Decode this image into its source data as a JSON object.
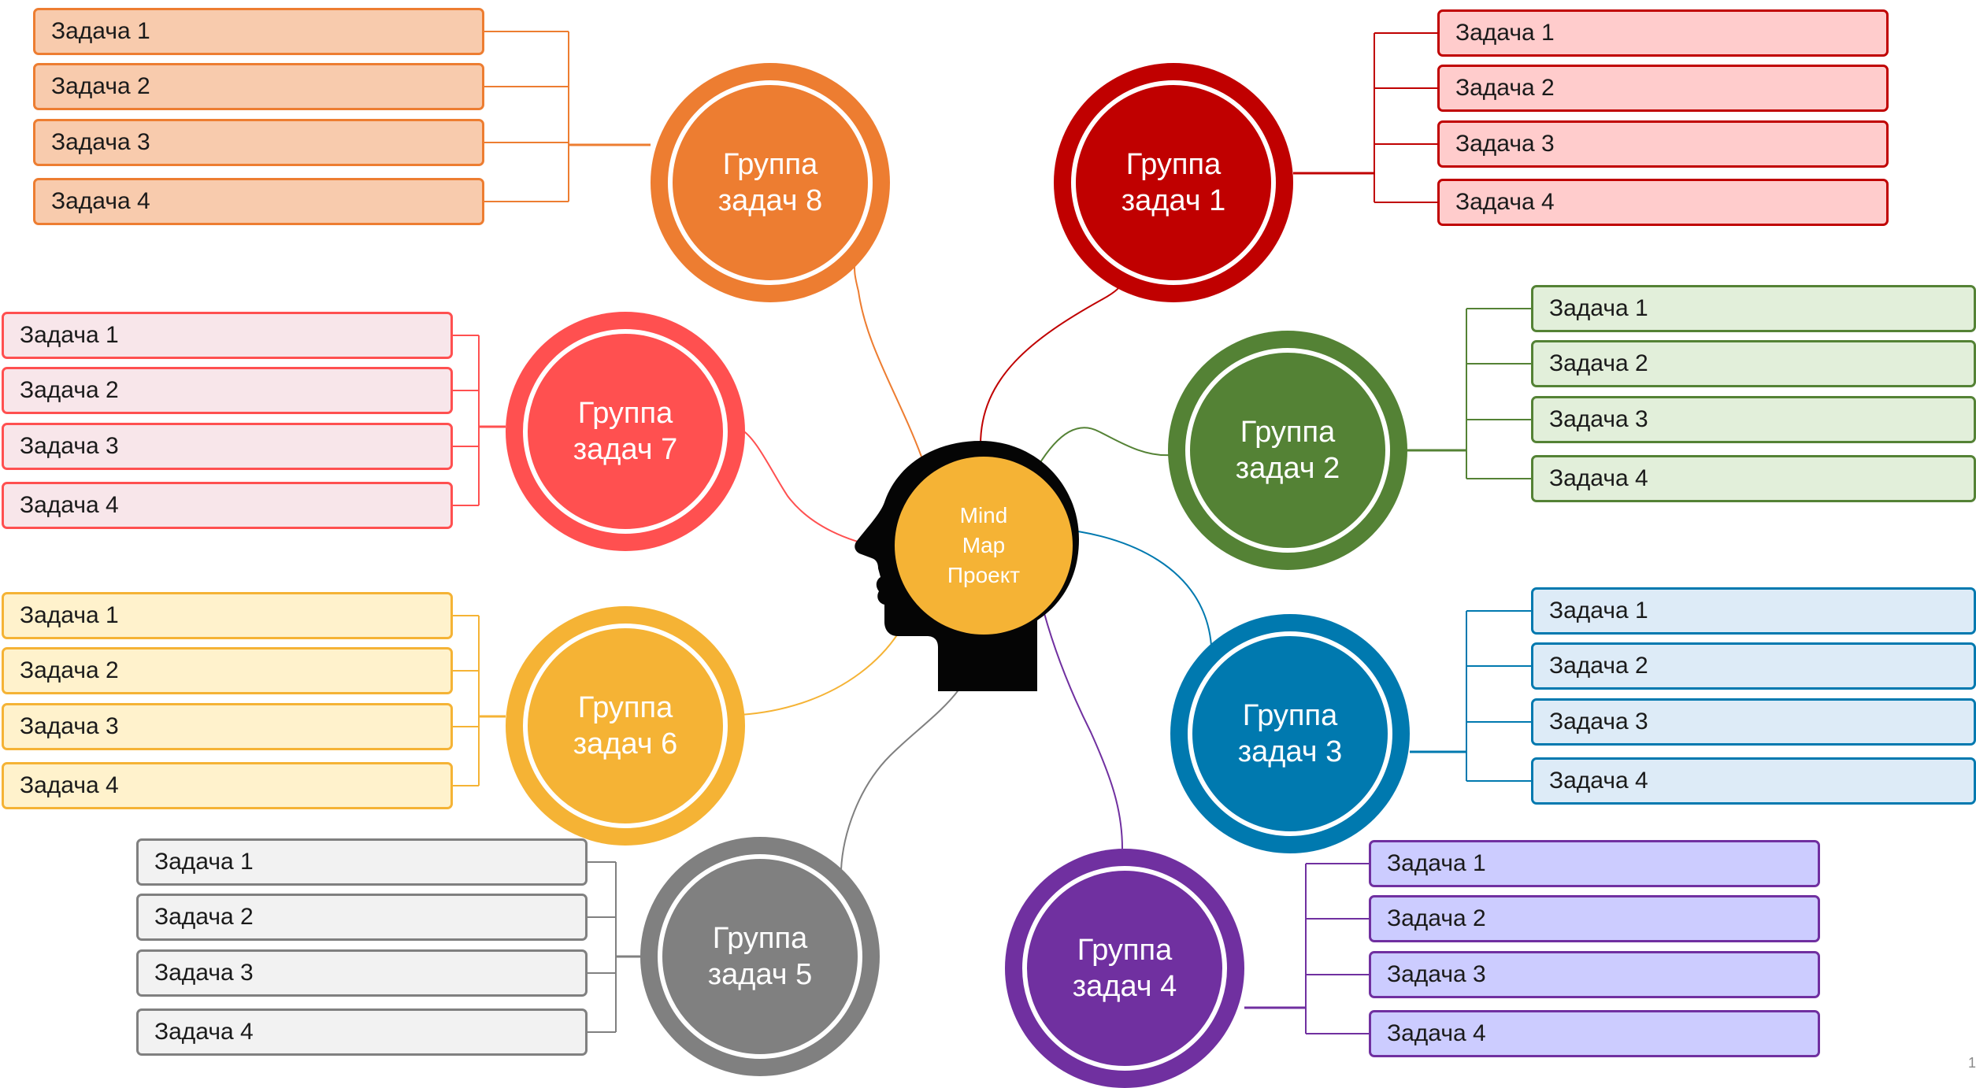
{
  "center": {
    "label": "Mind\nMap\nПроект"
  },
  "groups": [
    {
      "id": "g1",
      "label": "Группа\nзадач 1",
      "color": "#C00000",
      "box_fill": "#FFCCCC",
      "tasks": [
        "Задача 1",
        "Задача 2",
        "Задача 3",
        "Задача 4"
      ]
    },
    {
      "id": "g2",
      "label": "Группа\nзадач 2",
      "color": "#548235",
      "box_fill": "#E2EFDA",
      "tasks": [
        "Задача 1",
        "Задача 2",
        "Задача 3",
        "Задача 4"
      ]
    },
    {
      "id": "g3",
      "label": "Группа\nзадач 3",
      "color": "#0079AF",
      "box_fill": "#DDEBF7",
      "tasks": [
        "Задача 1",
        "Задача 2",
        "Задача 3",
        "Задача 4"
      ]
    },
    {
      "id": "g4",
      "label": "Группа\nзадач 4",
      "color": "#7030A0",
      "box_fill": "#CCCCFF",
      "tasks": [
        "Задача 1",
        "Задача 2",
        "Задача 3",
        "Задача 4"
      ]
    },
    {
      "id": "g5",
      "label": "Группа\nзадач 5",
      "color": "#808080",
      "box_fill": "#F2F2F2",
      "tasks": [
        "Задача 1",
        "Задача 2",
        "Задача 3",
        "Задача 4"
      ]
    },
    {
      "id": "g6",
      "label": "Группа\nзадач 6",
      "color": "#F5B335",
      "box_fill": "#FFF2CC",
      "tasks": [
        "Задача 1",
        "Задача 2",
        "Задача 3",
        "Задача 4"
      ]
    },
    {
      "id": "g7",
      "label": "Группа\nзадач 7",
      "color": "#FF5050",
      "box_fill": "#F8E6EA",
      "tasks": [
        "Задача 1",
        "Задача 2",
        "Задача 3",
        "Задача 4"
      ]
    },
    {
      "id": "g8",
      "label": "Группа\nзадач 8",
      "color": "#ED7D31",
      "box_fill": "#F8CBAD",
      "tasks": [
        "Задача 1",
        "Задача 2",
        "Задача 3",
        "Задача 4"
      ]
    }
  ],
  "page_number": "1"
}
